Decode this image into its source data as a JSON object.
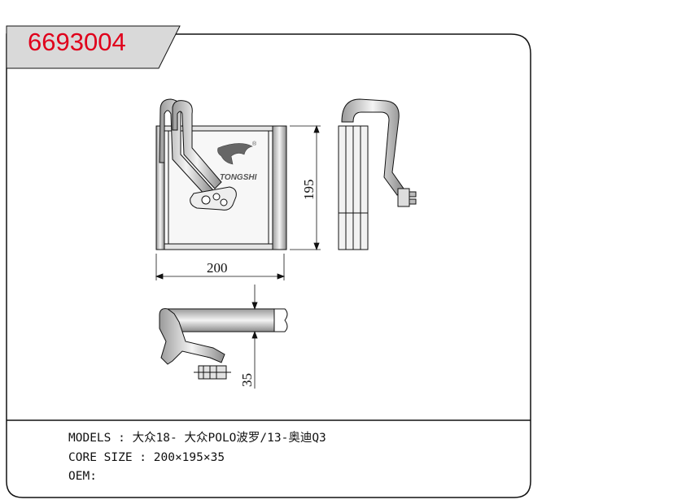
{
  "part_number": "6693004",
  "brand": "TONGSHI",
  "registered_mark": "®",
  "dimensions": {
    "width": "200",
    "height": "195",
    "depth": "35"
  },
  "specs": {
    "models": "MODELS : 大众18- 大众POLO波罗/13-奥迪Q3",
    "core_size": "CORE SIZE : 200×195×35",
    "oem": "OEM:"
  },
  "colors": {
    "part_number": "#e0001b",
    "tab_fill": "#d9d9d9",
    "line": "#111111",
    "logo": "#555555"
  }
}
